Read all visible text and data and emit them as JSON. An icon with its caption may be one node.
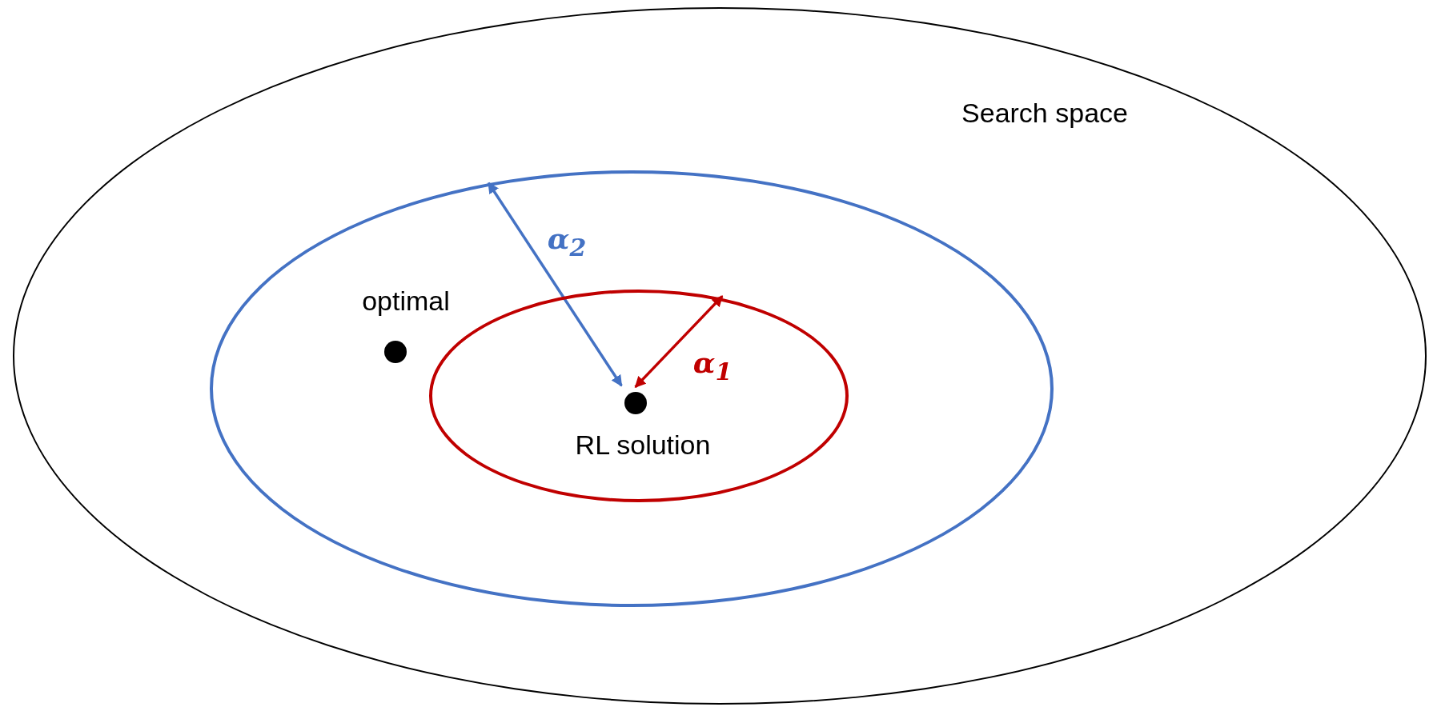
{
  "diagram": {
    "nodes": [
      {
        "text": [
          "Search space"
        ]
      },
      {
        "text": [],
        "shape": "ellipse",
        "in": 0
      },
      {
        "text": [],
        "shape": "ellipse",
        "in": 1
      },
      {
        "text": [],
        "shape": "circle",
        "in": 1,
        "beside": [
          "optimal"
        ]
      },
      {
        "text": [],
        "shape": "circle",
        "in": 2,
        "beside": [
          "RL solution"
        ]
      }
    ],
    "edges": [
      {
        "from": 4,
        "to": 1,
        "arrow": "both",
        "label": "α$_{2}$",
        "color": "#4472c4"
      },
      {
        "from": 4,
        "to": 2,
        "arrow": "both",
        "label": "α$_{1}$",
        "color": "#c00000"
      }
    ]
  }
}
